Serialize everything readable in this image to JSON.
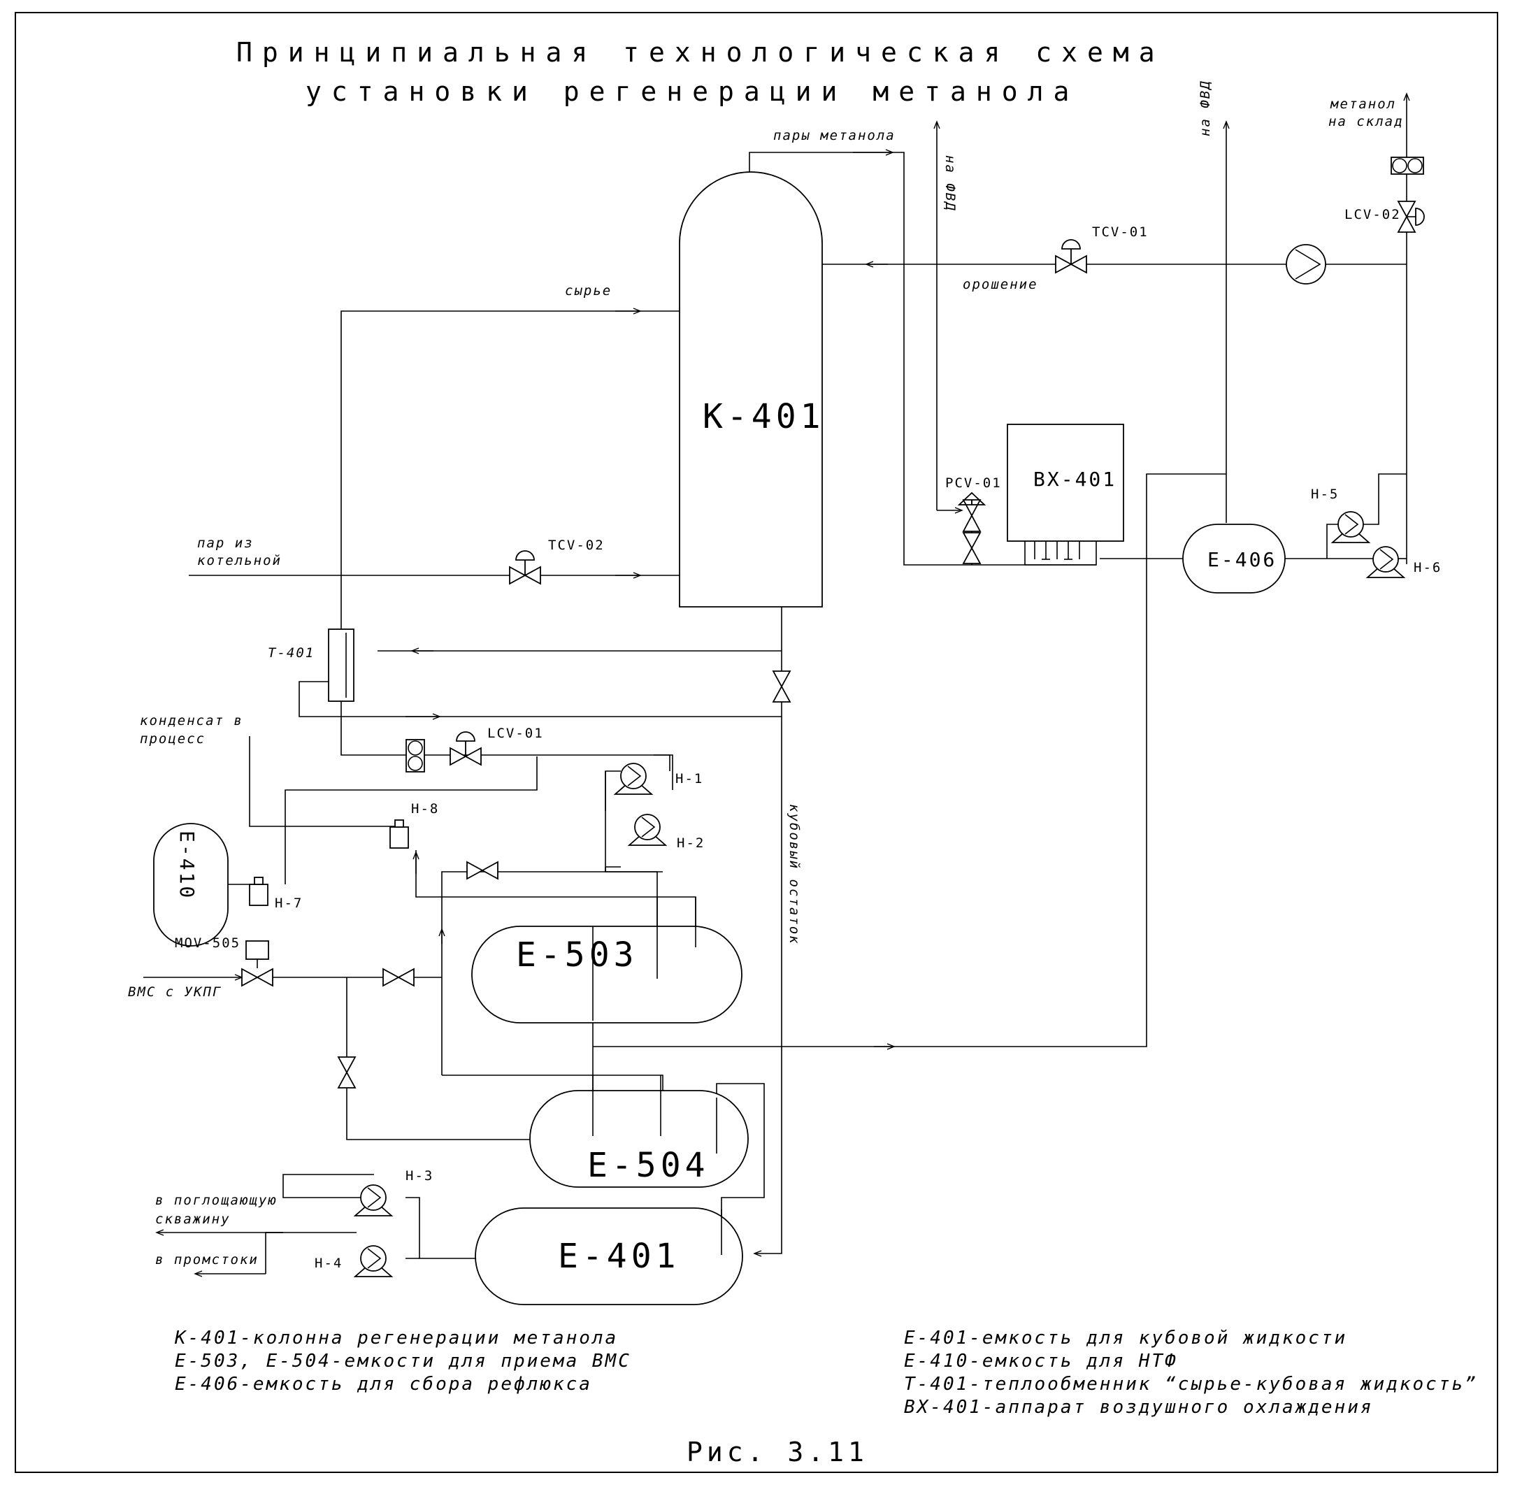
{
  "title": {
    "line1": "Принципиальная технологическая схема",
    "line2": "установки регенерации метанола"
  },
  "equipment": {
    "k401": "K-401",
    "bx401": "BX-401",
    "e406": "E-406",
    "e410": "E-410",
    "e503": "E-503",
    "e504": "E-504",
    "e401": "E-401",
    "t401": "T-401"
  },
  "valves": {
    "tcv01": "TCV-01",
    "tcv02": "TCV-02",
    "pcv01": "PCV-01",
    "lcv01": "LCV-01",
    "lcv02": "LCV-02",
    "mov505": "MOV-505"
  },
  "pumps": {
    "h1": "H-1",
    "h2": "H-2",
    "h3": "H-3",
    "h4": "H-4",
    "h5": "H-5",
    "h6": "H-6",
    "h7": "H-7",
    "h8": "H-8"
  },
  "streams": {
    "methanol_vapors": "пары метанола",
    "to_fvd_1": "на ФВД",
    "to_fvd_2": "на ФВД",
    "methanol_to_storage_1": "метанол",
    "methanol_to_storage_2": "на склад",
    "feed": "сырье",
    "reflux": "орошение",
    "steam_1": "пар из",
    "steam_2": "котельной",
    "condensate_1": "конденсат в",
    "condensate_2": "процесс",
    "bottoms": "кубовый остаток",
    "vms": "ВМС с УКПГ",
    "absorb_1": "в поглощающую",
    "absorb_2": "скважину",
    "drain": "в промстоки"
  },
  "legend": {
    "left": [
      "K-401-колонна регенерации метанола",
      "E-503, E-504-емкости для приема ВМС",
      "E-406-емкость для сбора рефлюкса"
    ],
    "right": [
      "E-401-емкость для кубовой жидкости",
      "E-410-емкость для НТФ",
      "T-401-теплообменник “сырье-кубовая жидкость”",
      "BX-401-аппарат воздушного охлаждения"
    ]
  },
  "figure_caption": "Рис. 3.11"
}
